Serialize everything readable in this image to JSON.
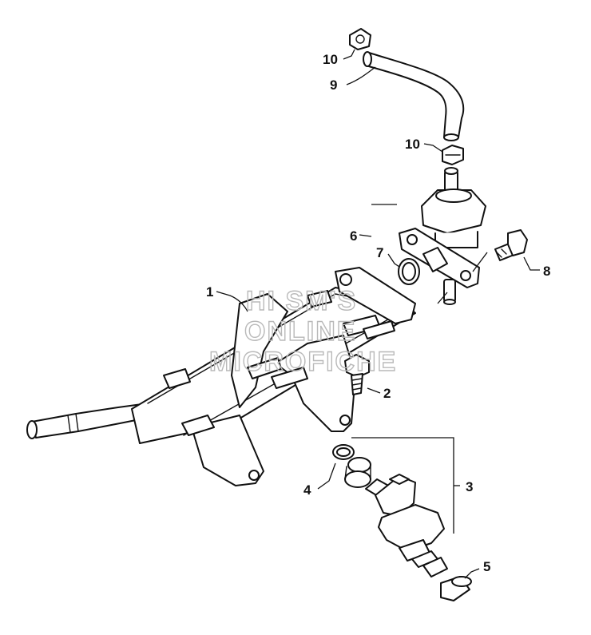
{
  "watermark": {
    "line1": "HI SM'S",
    "line2": "ONLINE",
    "line3": "MICROFICHE"
  },
  "callouts": {
    "c1": "1",
    "c2": "2",
    "c3": "3",
    "c4": "4",
    "c5": "5",
    "c6": "6",
    "c7": "7",
    "c8": "8",
    "c9": "9",
    "c10a": "10",
    "c10b": "10"
  }
}
